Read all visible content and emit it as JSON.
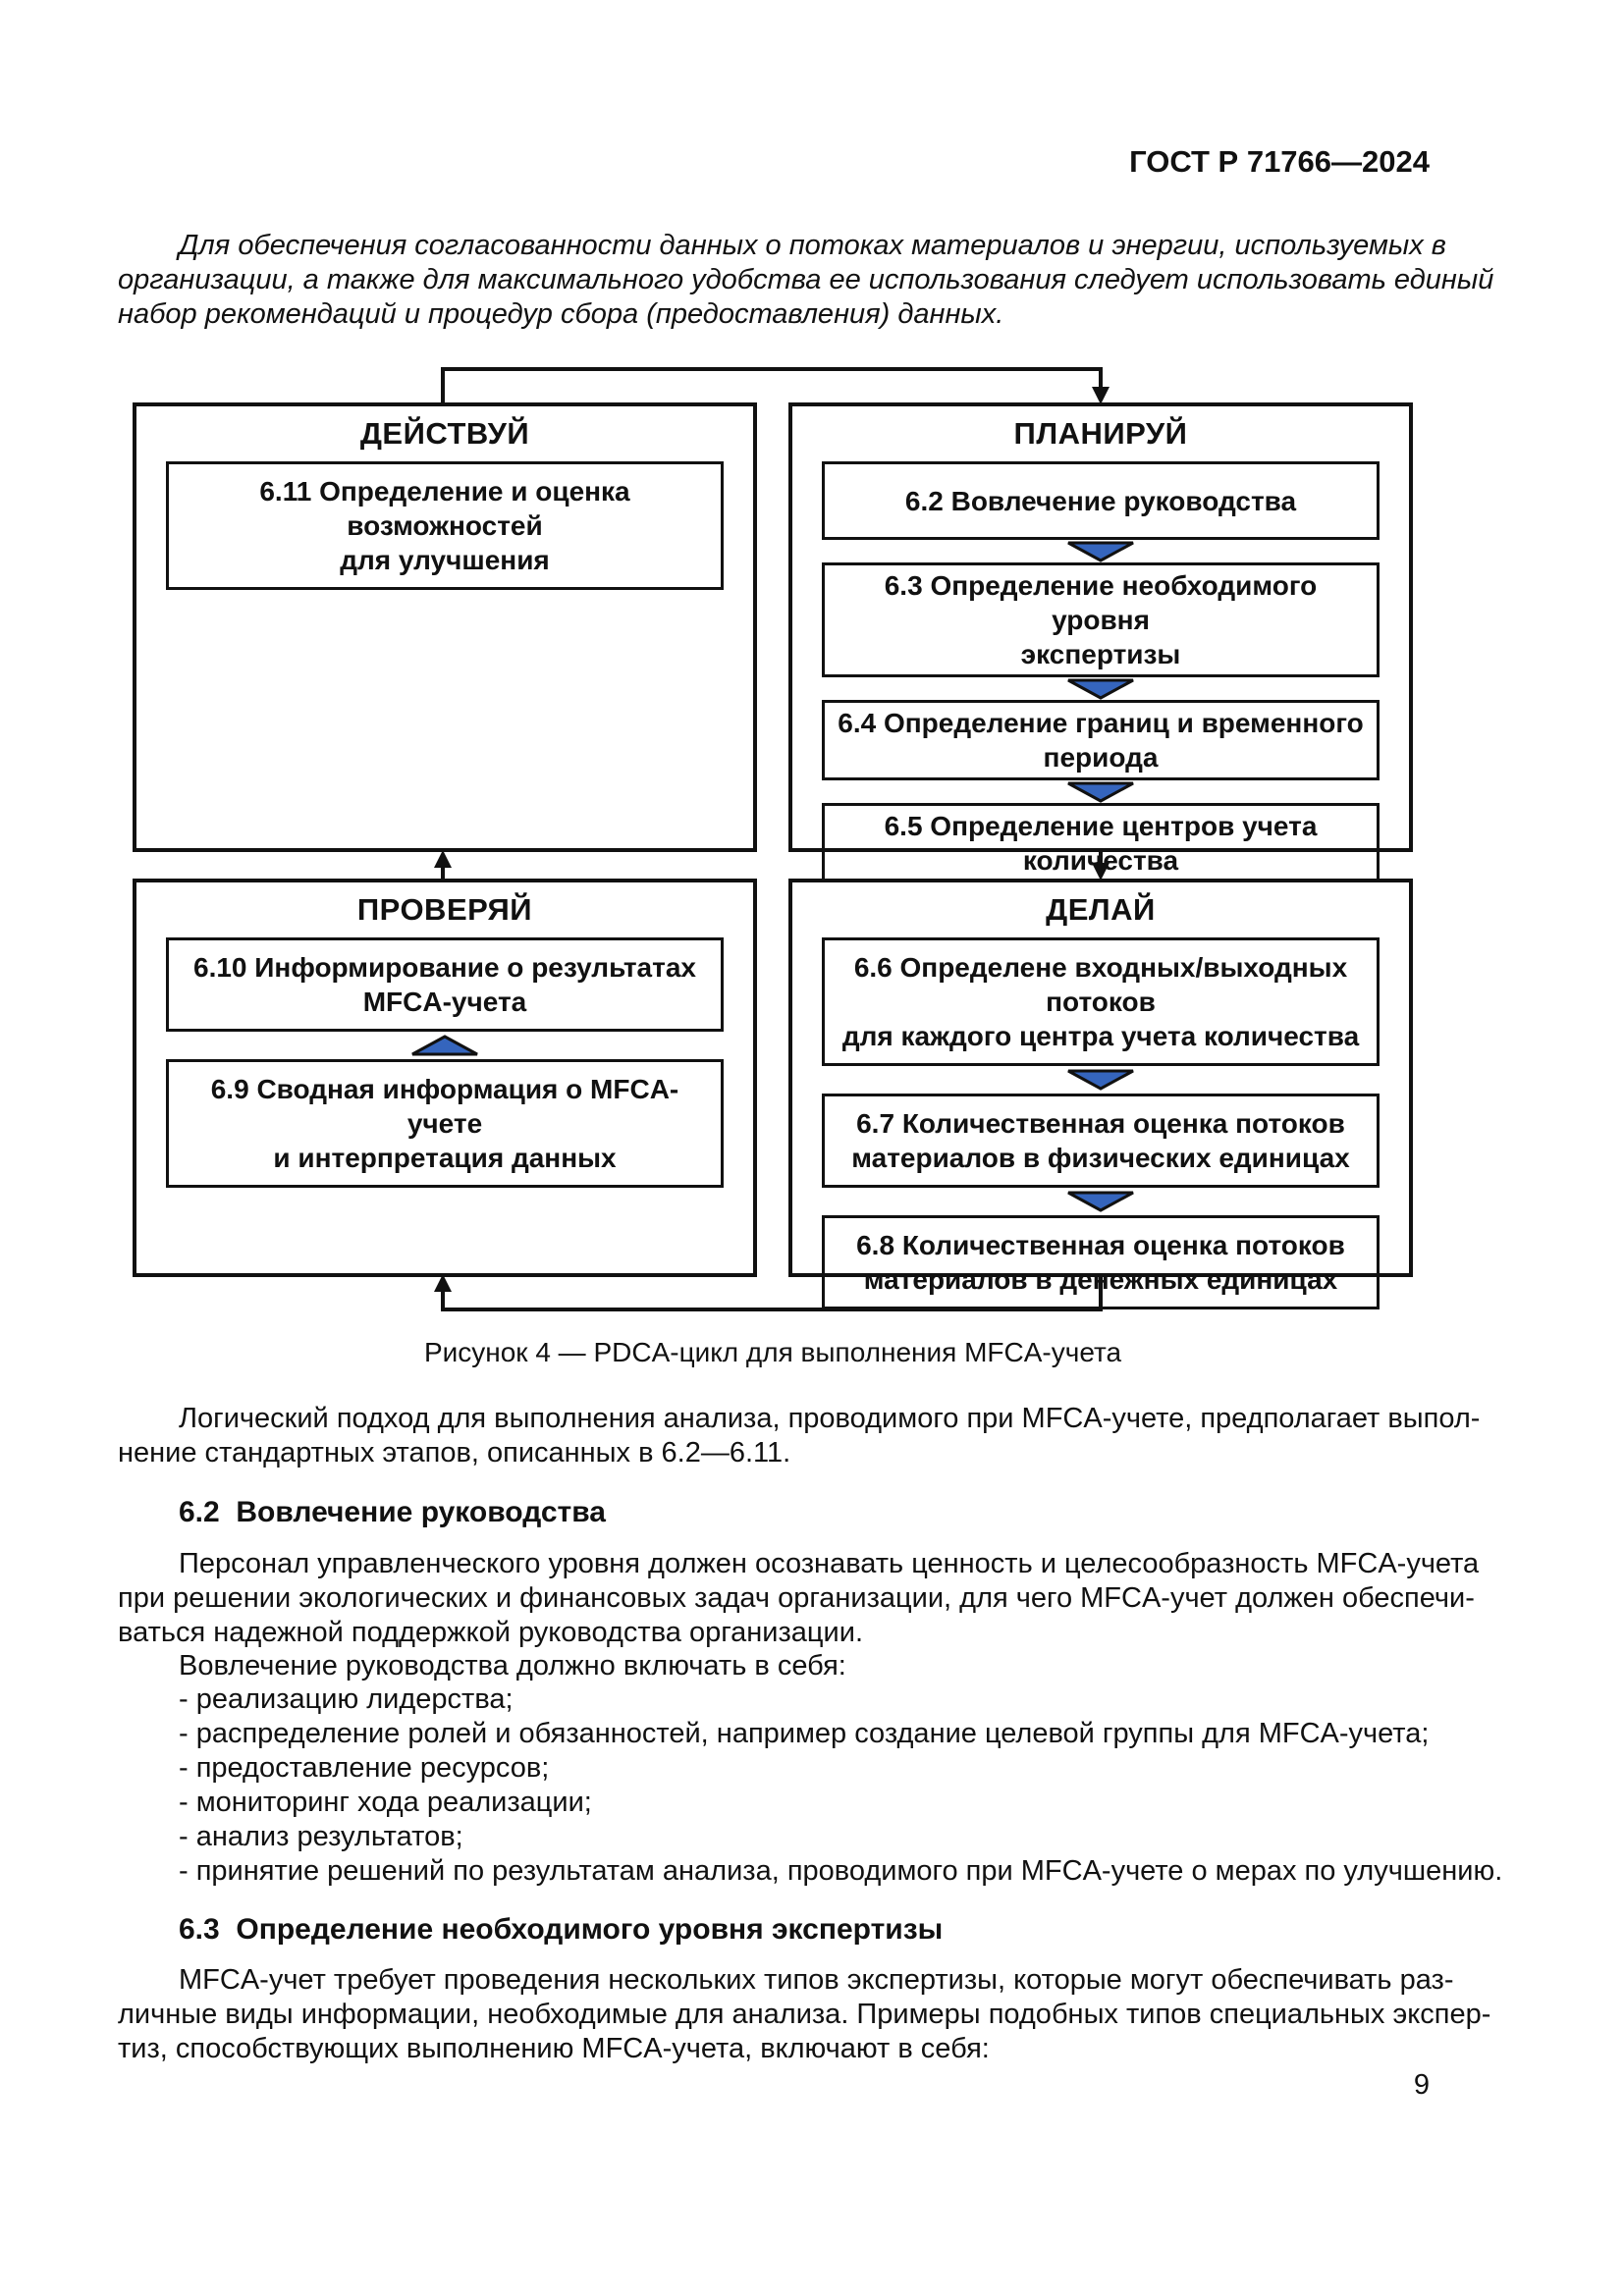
{
  "page": {
    "header_code": "ГОСТ Р 71766—2024",
    "page_number": "9"
  },
  "intro_note": {
    "text": "Для обеспечения согласованности данных о потоках материалов и энергии, используемых в\nорганизации, а также для максимального удобства ее использования следует использовать единый\nнабор рекомендаций и процедур сбора (предоставления) данных."
  },
  "figure": {
    "caption": "Рисунок 4 — PDCA-цикл для выполнения MFCA-учета",
    "colors": {
      "arrow_fill": "#3565bd",
      "line": "#111111"
    },
    "quadrants": {
      "act": {
        "title": "ДЕЙСТВУЙ",
        "steps": [
          "6.11 Определение и оценка возможностей\nдля улучшения"
        ]
      },
      "plan": {
        "title": "ПЛАНИРУЙ",
        "steps": [
          "6.2 Вовлечение руководства",
          "6.3 Определение необходимого уровня\nэкспертизы",
          "6.4 Определение границ и временного\nпериода",
          "6.5 Определение центров учета количества"
        ]
      },
      "check": {
        "title": "ПРОВЕРЯЙ",
        "steps": [
          "6.10 Информирование о результатах\nMFCA-учета",
          "6.9 Сводная информация о MFCA-учете\nи  интерпретация данных"
        ]
      },
      "do": {
        "title": "ДЕЛАЙ",
        "steps": [
          "6.6 Определене входных/выходных потоков\nдля каждого центра учета количества",
          "6.7 Количественная оценка потоков\nматериалов в физических единицах",
          "6.8 Количественная оценка потоков\nматериалов в денежных единицах"
        ]
      }
    }
  },
  "body": {
    "para_logical": "Логический подход для выполнения анализа, проводимого при MFCA-учете, предполагает выпол-\nнение стандартных этапов, описанных в 6.2—6.11.",
    "section_6_2": {
      "heading": "6.2  Вовлечение руководства",
      "para": "Персонал управленческого уровня должен осознавать ценность и целесообразность MFCA-учета\nпри решении экологических и финансовых задач организации, для чего MFCA-учет должен обеспечи-\nваться надежной поддержкой руководства организации.",
      "lead_in": "Вовлечение руководства должно включать в себя:",
      "bullets": [
        "- реализацию лидерства;",
        "- распределение ролей и обязанностей, например создание целевой группы для MFCA-учета;",
        "- предоставление ресурсов;",
        "- мониторинг хода реализации;",
        "- анализ результатов;",
        "- принятие решений по результатам анализа, проводимого при MFCA-учете о мерах по улучшению."
      ]
    },
    "section_6_3": {
      "heading": "6.3  Определение необходимого уровня экспертизы",
      "para": "MFCA-учет требует проведения нескольких типов экспертизы, которые могут обеспечивать раз-\nличные виды информации, необходимые для анализа. Примеры подобных типов специальных экспер-\nтиз, способствующих выполнению MFCA-учета, включают в себя:"
    }
  }
}
